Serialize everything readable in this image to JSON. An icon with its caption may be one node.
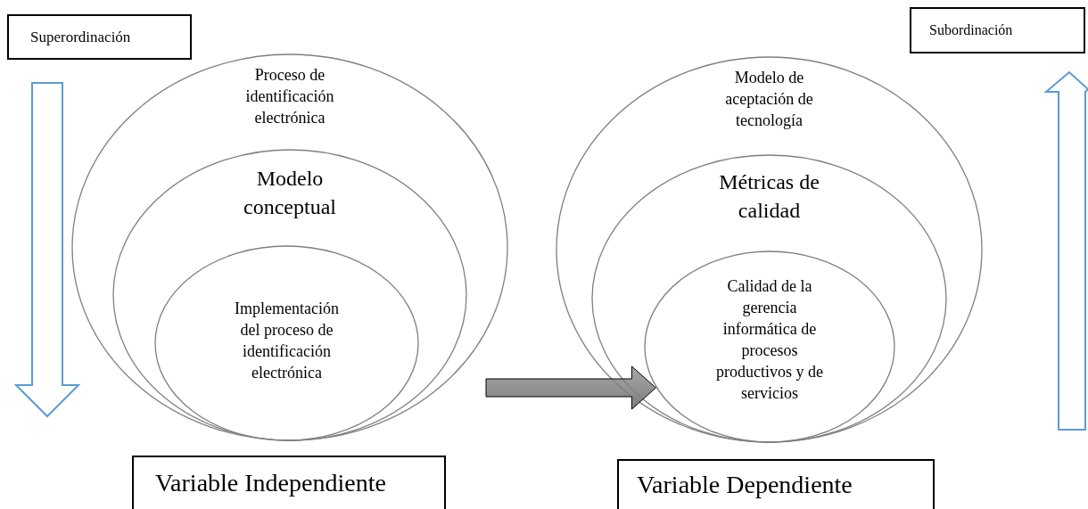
{
  "diagram": {
    "nodes": [
      {
        "text": [
          "Superordinación"
        ]
      },
      {
        "text": [
          "Proceso de identificación electrónica"
        ]
      },
      {
        "text": [
          "Modelo conceptual"
        ],
        "in": 1
      },
      {
        "text": [
          "Implementación del proceso de identificación electrónica"
        ],
        "in": 2
      },
      {
        "text": [
          "Modelo de aceptación de tecnología"
        ]
      },
      {
        "text": [
          "Métricas de calidad"
        ],
        "in": 4
      },
      {
        "text": [
          "Calidad de la gerencia informática de procesos productivos y de servicios"
        ],
        "in": 5
      },
      {
        "text": [
          "Variable Independiente"
        ]
      },
      {
        "text": [
          "Variable Dependiente"
        ]
      },
      {
        "text": [
          "Subordinación"
        ]
      }
    ],
    "edges": [
      {
        "from": null,
        "to": 6,
        "arrow": "to",
        "style": "thick",
        "color": "#808080"
      }
    ]
  }
}
